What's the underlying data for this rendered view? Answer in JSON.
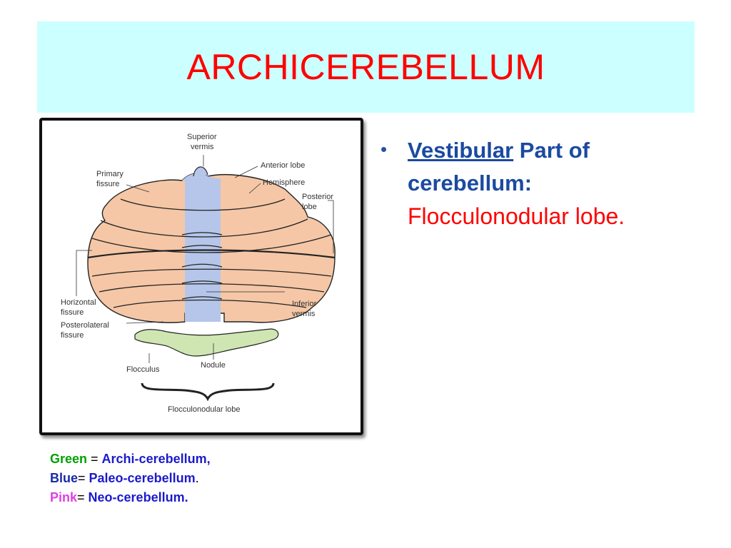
{
  "slide": {
    "title": "ARCHICEREBELLUM",
    "bullet": {
      "underlined_term": "Vestibular",
      "rest_line1": " Part of",
      "line2": "cerebellum:",
      "line3": "Flocculonodular lobe."
    },
    "legend": [
      {
        "color_word": "Green",
        "sep": " = ",
        "meaning": "Archi-cerebellum,",
        "color": "#00a000"
      },
      {
        "color_word": "Blue",
        "sep": "= ",
        "meaning": "Paleo-cerebellum",
        "trail": ".",
        "color": "#1a2aa8"
      },
      {
        "color_word": "Pink",
        "sep": "= ",
        "meaning": "Neo-cerebellum.",
        "color": "#e040e0"
      }
    ]
  },
  "diagram": {
    "labels": {
      "superior_vermis": [
        "Superior",
        "vermis"
      ],
      "anterior_lobe": "Anterior lobe",
      "hemisphere": "Hemisphere",
      "posterior_lobe": [
        "Posterior",
        "lobe"
      ],
      "primary_fissure": [
        "Primary",
        "fissure"
      ],
      "horizontal_fissure": [
        "Horizontal",
        "fissure"
      ],
      "inferior_vermis": [
        "Inferior",
        "vermis"
      ],
      "posterolateral_fissure": [
        "Posterolateral",
        "fissure"
      ],
      "flocculus": "Flocculus",
      "nodule": "Nodule",
      "flocculonodular_lobe": "Flocculonodular lobe"
    },
    "colors": {
      "hemisphere_fill": "#f5c7a6",
      "vermis_fill": "#b5c6ea",
      "nodule_fill": "#cfe6b3",
      "title_band": "#ccffff",
      "title_text": "#ff0000"
    }
  }
}
